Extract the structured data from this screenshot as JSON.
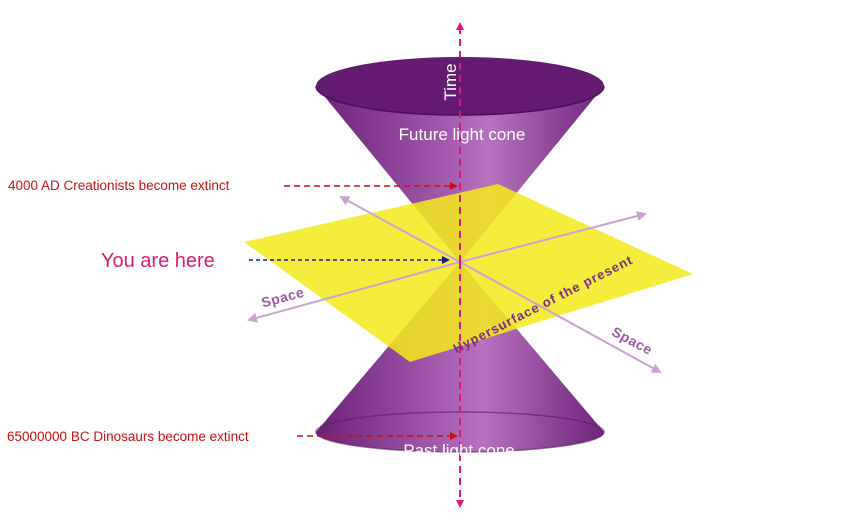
{
  "labels": {
    "time_axis": "Time",
    "future_cone": "Future light cone",
    "past_cone": "Past light cone",
    "you_are_here": "You are here",
    "space_left": "Space",
    "space_right": "Space",
    "hypersurface": "Hypersurface of the present",
    "event_4000ad": "4000 AD Creationists become extinct",
    "event_65000000bc": "65000000 BC Dinosaurs become extinct"
  },
  "colors": {
    "cone_dark": "#5e1a6a",
    "cone_mid": "#8a3c95",
    "cone_light": "#b06ab8",
    "plane": "#f2ea1c",
    "time_axis": "#e0157a",
    "space_axes": "#c9a3cf",
    "annotation_red": "#cc1010",
    "you_are_here": "#d81e6e",
    "cone_label": "#ffffff",
    "hypersurface_label": "#7a2a86"
  }
}
